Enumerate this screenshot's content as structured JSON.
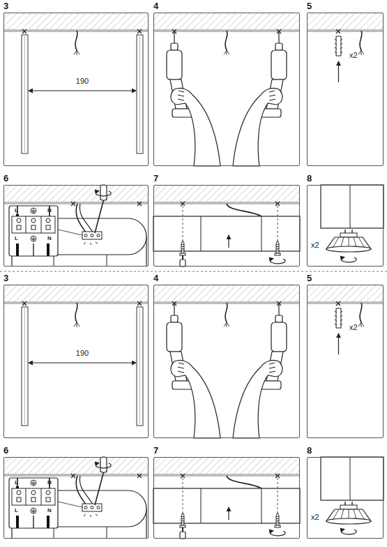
{
  "diagram": {
    "nodes": [
      {
        "text": [
          "3",
          "190"
        ]
      },
      {
        "text": [
          "4"
        ]
      },
      {
        "text": [
          "5",
          "x2"
        ]
      },
      {
        "text": [
          "6",
          "L",
          "N",
          "L",
          "N"
        ]
      },
      {
        "text": [
          "7"
        ]
      },
      {
        "text": [
          "8",
          "x2"
        ]
      },
      {
        "text": [
          "3",
          "190"
        ]
      },
      {
        "text": [
          "4"
        ]
      },
      {
        "text": [
          "5",
          "x2"
        ]
      },
      {
        "text": [
          "6",
          "L",
          "N",
          "L",
          "N"
        ]
      },
      {
        "text": [
          "7"
        ]
      },
      {
        "text": [
          "8",
          "x2"
        ]
      }
    ]
  }
}
